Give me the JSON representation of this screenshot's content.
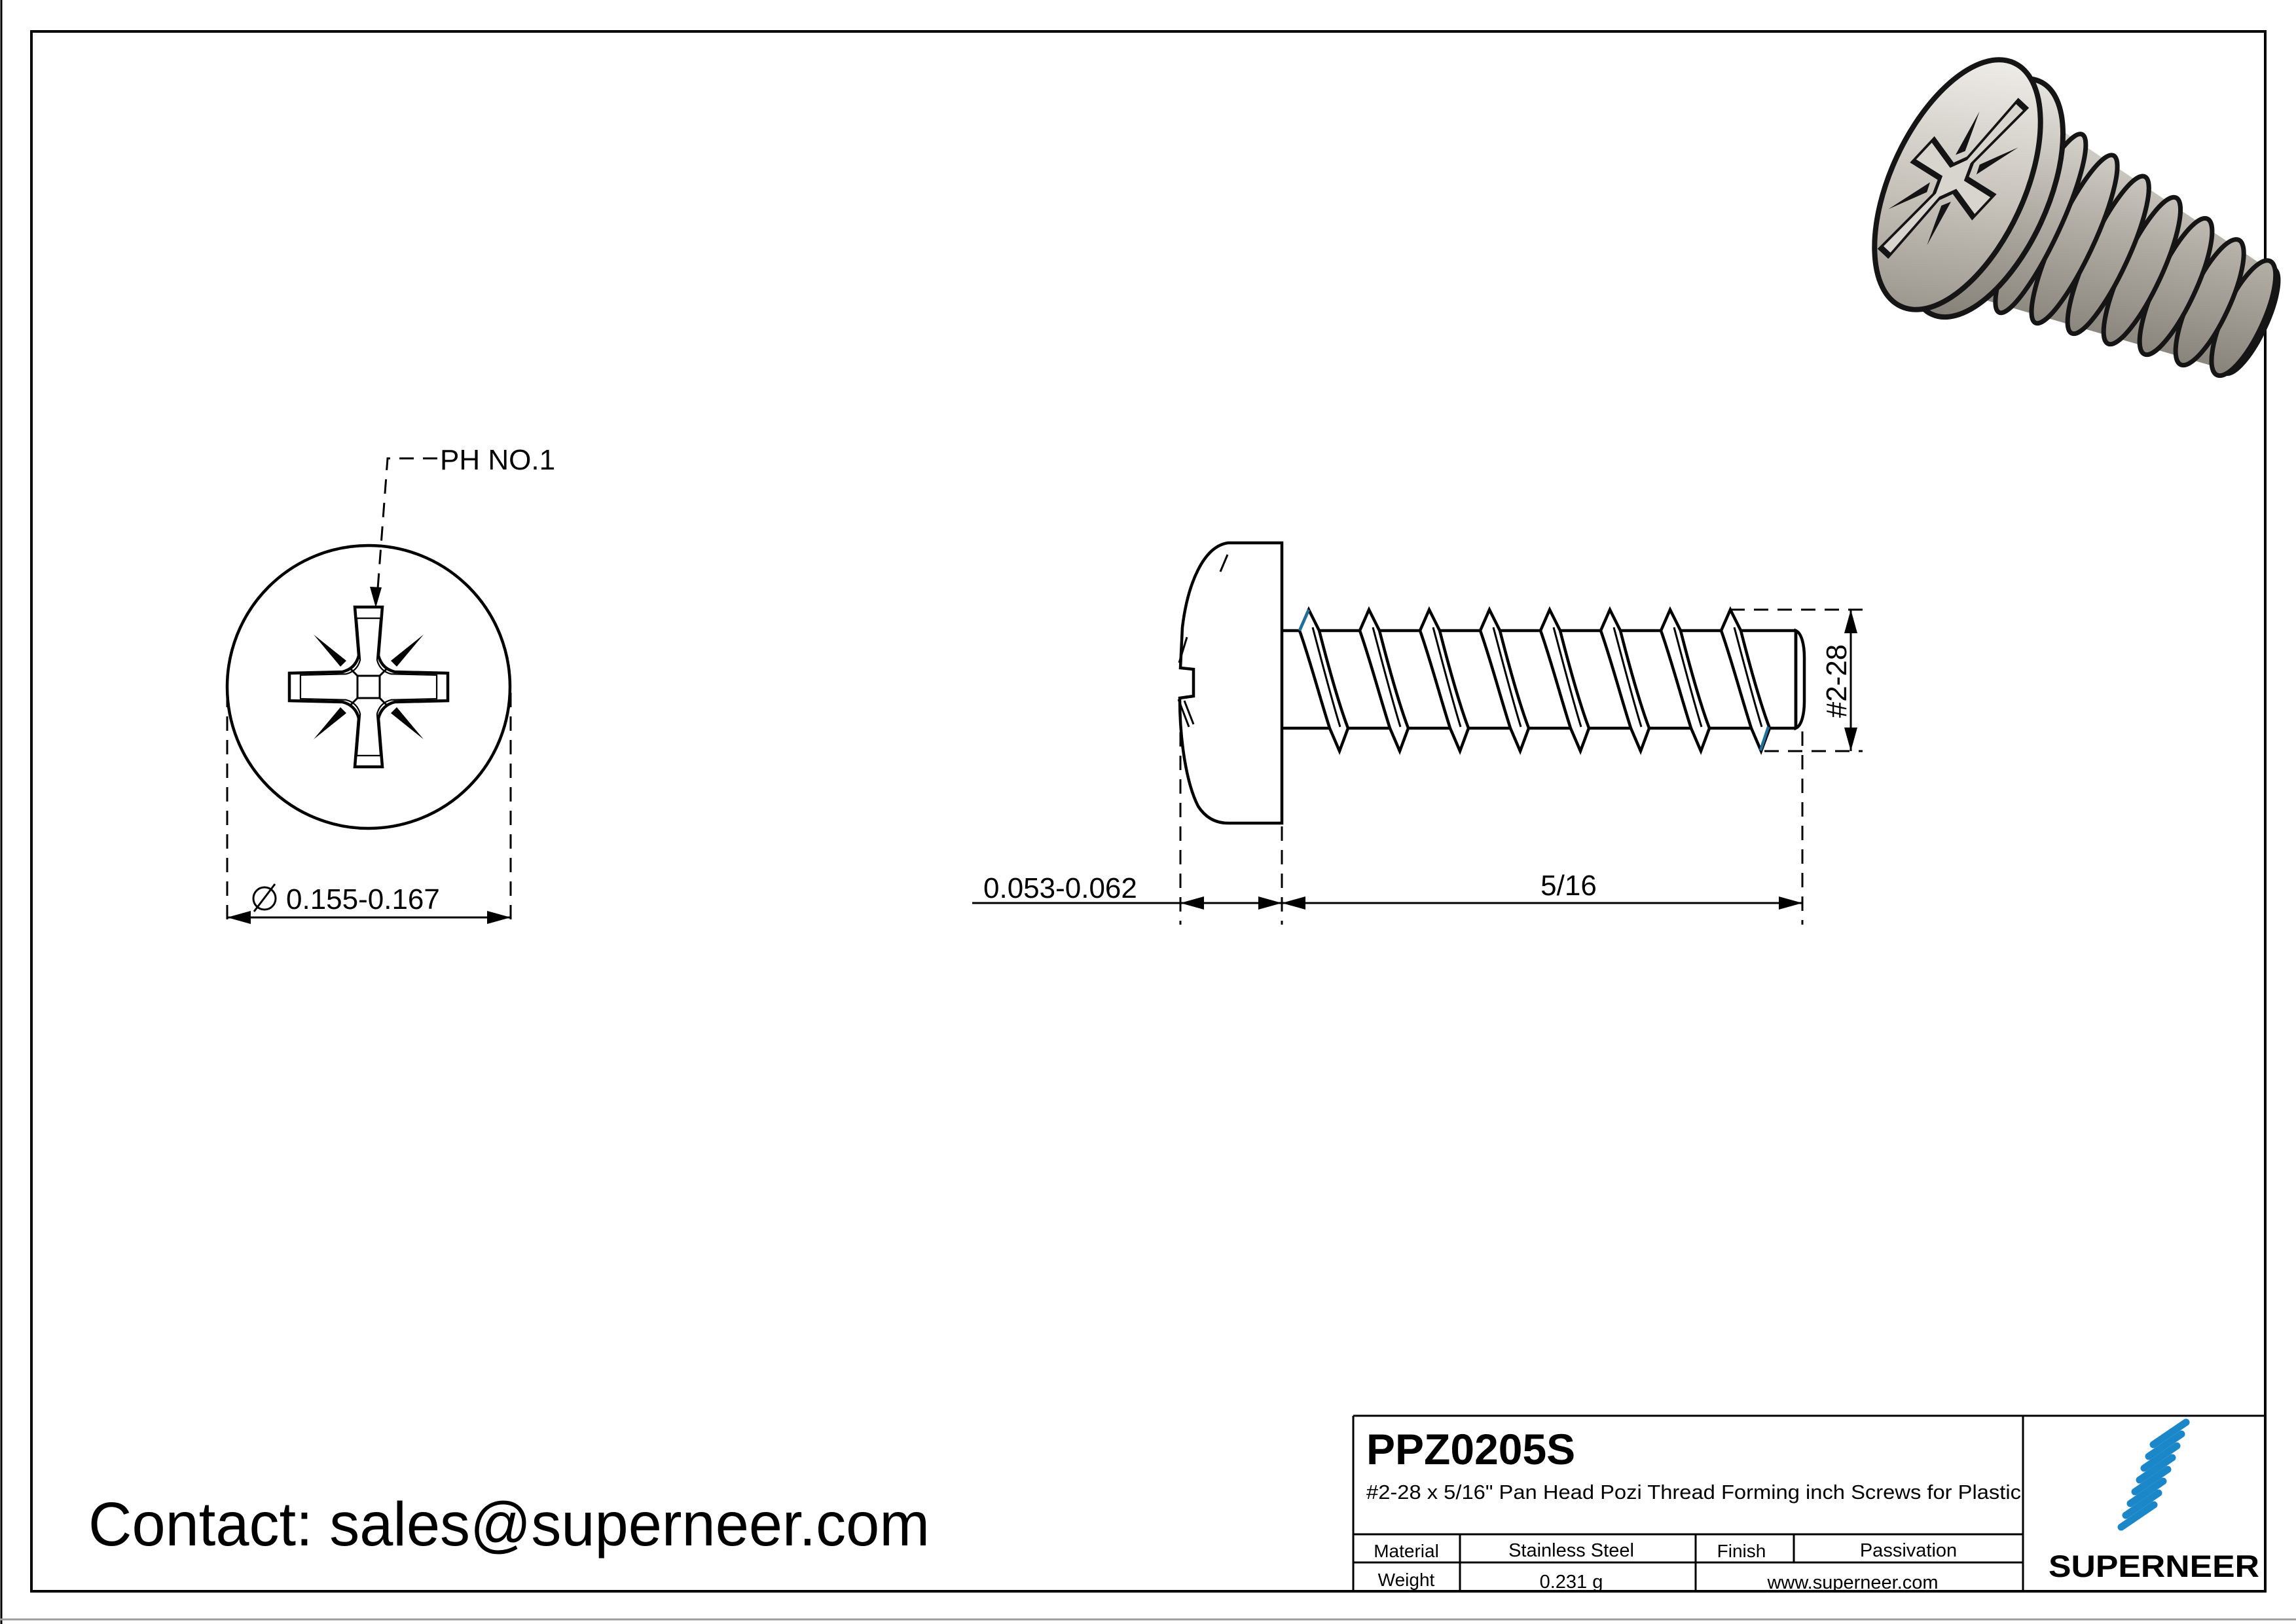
{
  "front_view": {
    "drive_label": "PH NO.1",
    "head_diameter": "0.155-0.167"
  },
  "side_view": {
    "head_height": "0.053-0.062",
    "thread_length": "5/16",
    "thread_size": "#2-28"
  },
  "footer": {
    "contact": "Contact: sales@superneer.com"
  },
  "title_block": {
    "part_number": "PPZ0205S",
    "description": "#2-28 x 5/16\" Pan Head Pozi Thread Forming inch Screws for Plastic",
    "material_label": "Material",
    "material_value": "Stainless Steel",
    "finish_label": "Finish",
    "finish_value": "Passivation",
    "weight_label": "Weight",
    "weight_value": "0.231 g",
    "website": "www.superneer.com",
    "brand": "SUPERNEER"
  },
  "colors": {
    "line": "#000000",
    "brand_blue": "#1b87c9",
    "link_blue": "#1f8fd1",
    "cad_blue_segment": "#20709e",
    "metal_light": "#f0eeea",
    "metal_mid": "#b8b4ac",
    "metal_dark": "#7d7973"
  }
}
